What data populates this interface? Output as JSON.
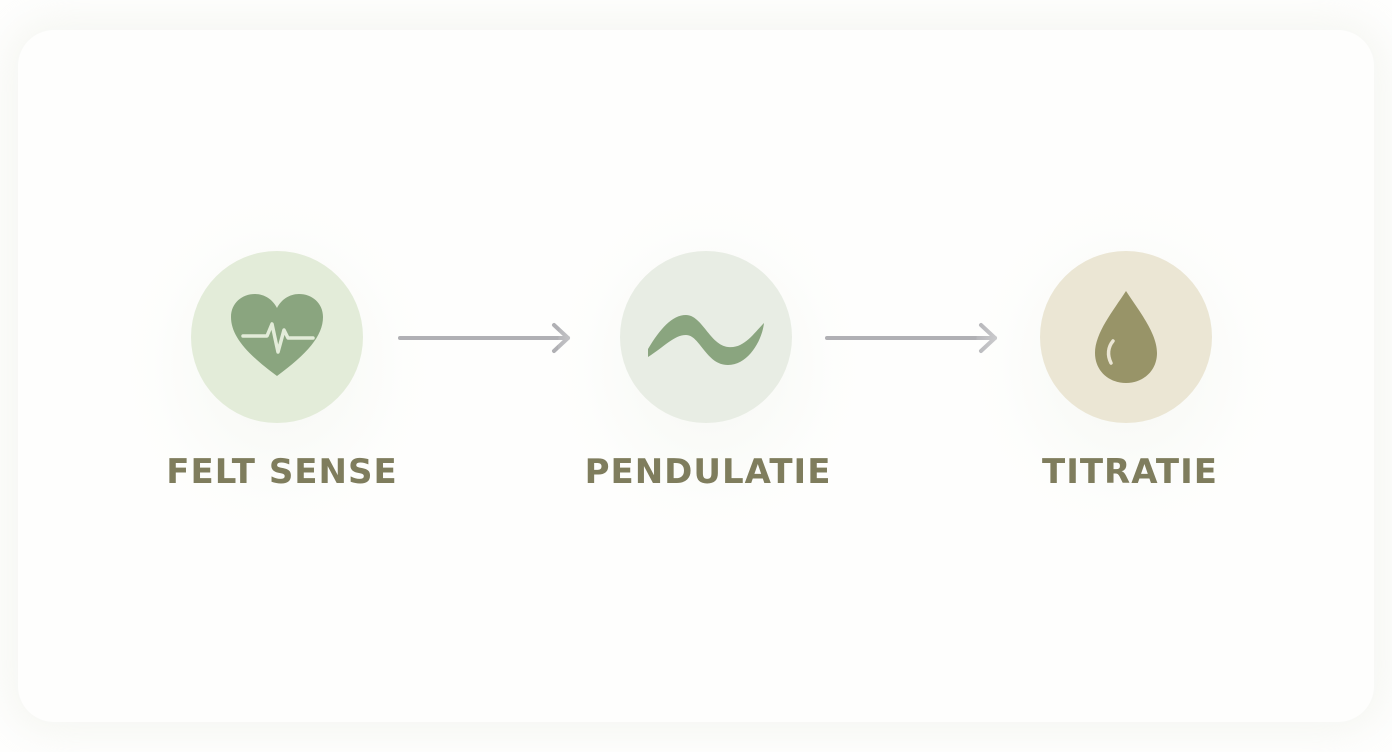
{
  "steps": [
    {
      "label": "FELT SENSE",
      "icon": "heart-pulse-icon",
      "circle_color": "#e3ecd9",
      "icon_color": "#8aa57f"
    },
    {
      "label": "PENDULATIE",
      "icon": "wave-icon",
      "circle_color": "#e8ede4",
      "icon_color": "#8aa57f"
    },
    {
      "label": "TITRATIE",
      "icon": "drop-icon",
      "circle_color": "#ebe6d4",
      "icon_color": "#989468"
    }
  ],
  "arrow_color": "#b0b0b4"
}
